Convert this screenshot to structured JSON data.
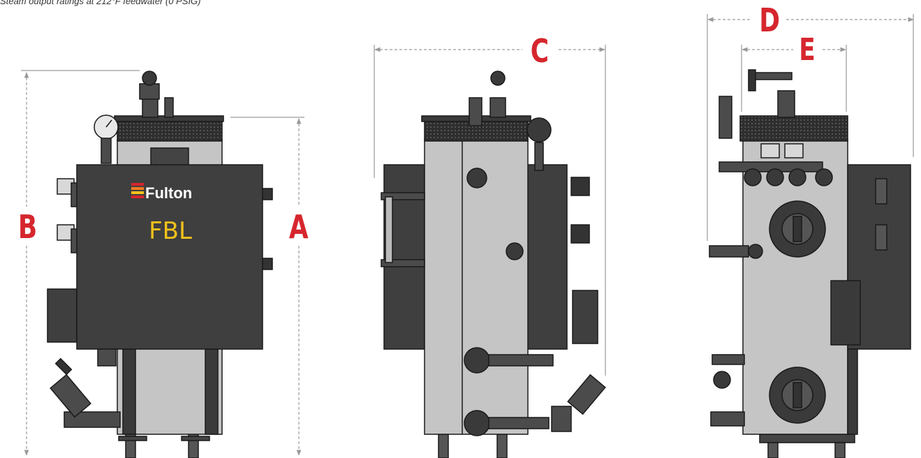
{
  "caption": "Steam output ratings at 212°F feedwater (0 PSIG)",
  "brand": {
    "name": "Fulton",
    "colors": {
      "stripe_red": "#d6262e",
      "stripe_orange": "#f07a22",
      "stripe_yellow": "#f7c21a"
    }
  },
  "model": {
    "label": "FBL",
    "color": "#f2c21a"
  },
  "dimensions": {
    "A": "A",
    "B": "B",
    "C": "C",
    "D": "D",
    "E": "E",
    "color": "#d6262e"
  },
  "views": [
    "front-view",
    "side-view",
    "rear-view"
  ],
  "colors": {
    "dark_panel": "#3f3f3f",
    "steel": "#c5c5c5",
    "outline": "#1a1a1a",
    "pipe": "#4b4b4b"
  }
}
